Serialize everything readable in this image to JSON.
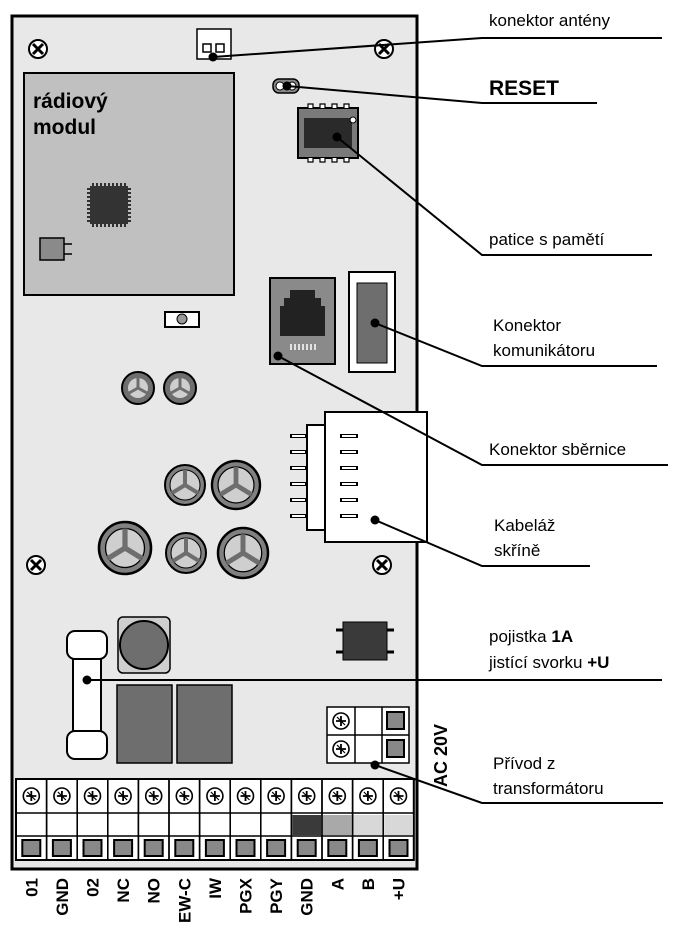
{
  "board": {
    "radio_module": [
      "rádiový",
      "modul"
    ],
    "ac_voltage": "AC 20V"
  },
  "callouts": {
    "antenna": "konektor antény",
    "reset": "RESET",
    "memory": "patice s pamětí",
    "communicator": [
      "Konektor",
      "komunikátoru"
    ],
    "bus": "Konektor sběrnice",
    "cabinet": [
      "Kabeláž",
      "skříně"
    ],
    "fuse_line1_prefix": "pojistka ",
    "fuse_line1_bold": "1A",
    "fuse_line2_prefix": "jistící svorku ",
    "fuse_line2_bold": "+U",
    "power": [
      "Přívod z",
      "transformátoru"
    ]
  },
  "terminals": [
    "01",
    "GND",
    "02",
    "NC",
    "NO",
    "EW-C",
    "IW",
    "PGX",
    "PGY",
    "GND",
    "A",
    "B",
    "+U"
  ],
  "colors": {
    "board": "#e8e8e8",
    "module": "#c0c0c0",
    "component": "#6e6e6e",
    "line": "#000000"
  }
}
